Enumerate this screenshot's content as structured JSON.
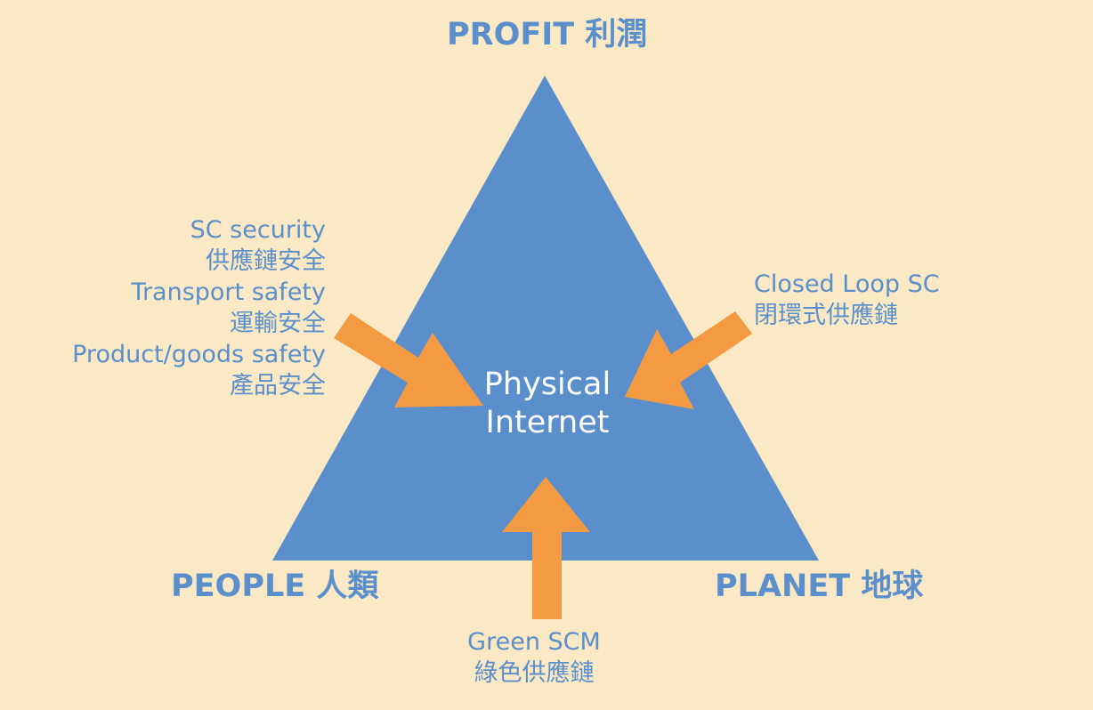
{
  "colors": {
    "background": "#FAE9C4",
    "triangle": "#5B8FCC",
    "arrow": "#F39A43",
    "label_text": "#5B8FCC",
    "center_text": "#FFFFFF"
  },
  "vertices": {
    "top": "PROFIT 利潤",
    "left": "PEOPLE 人類",
    "right": "PLANET 地球"
  },
  "center": {
    "line1": "Physical",
    "line2": "Internet"
  },
  "inputs": {
    "left": {
      "lines": [
        "SC security",
        "供應鏈安全",
        "Transport safety",
        "運輸安全",
        "Product/goods safety",
        "產品安全"
      ]
    },
    "right": {
      "lines": [
        "Closed Loop SC",
        "閉環式供應鏈"
      ]
    },
    "bottom": {
      "lines": [
        "Green SCM",
        "綠色供應鏈"
      ]
    }
  },
  "arrows": [
    {
      "name": "arrow-left-input",
      "direction": "toward-center-from-left"
    },
    {
      "name": "arrow-right-input",
      "direction": "toward-center-from-right"
    },
    {
      "name": "arrow-bottom-input",
      "direction": "toward-center-from-bottom"
    }
  ]
}
